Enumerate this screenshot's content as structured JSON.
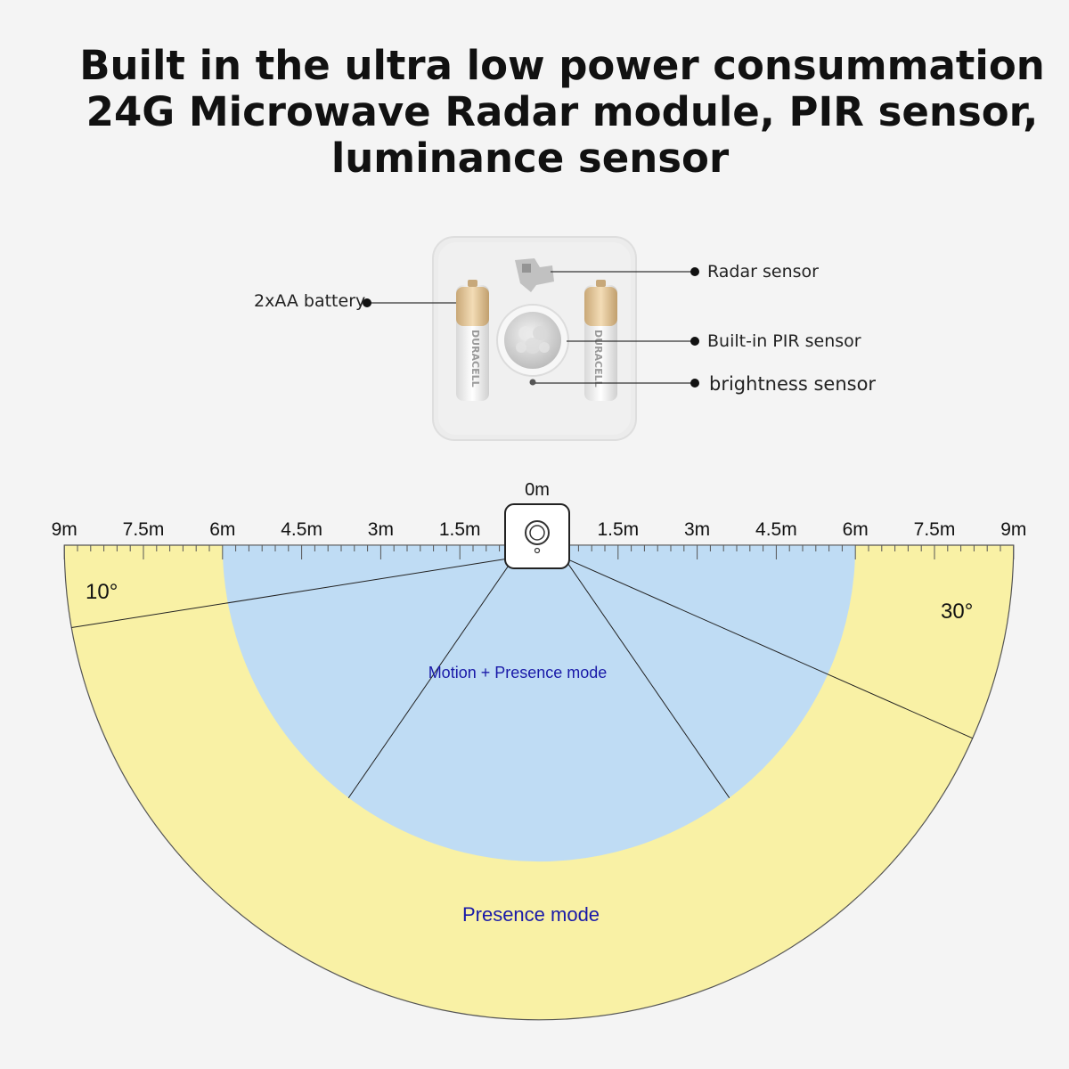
{
  "headline": {
    "line1": "Built in the ultra low power consummation",
    "line2": "24G Microwave Radar module, PIR sensor,",
    "line3": "luminance sensor"
  },
  "device": {
    "battery_brand": "DURACELL",
    "callouts": {
      "battery": "2xAA battery",
      "radar": "Radar sensor",
      "pir": "Built-in PIR sensor",
      "brightness": "brightness sensor"
    }
  },
  "range_diagram": {
    "center_label": "0m",
    "left_ticks": [
      "9m",
      "7.5m",
      "6m",
      "4.5m",
      "3m",
      "1.5m"
    ],
    "right_ticks": [
      "1.5m",
      "3m",
      "4.5m",
      "6m",
      "7.5m",
      "9m"
    ],
    "angle_left": "10°",
    "angle_right": "30°",
    "inner_zone_label": "Motion + Presence mode",
    "outer_zone_label": "Presence mode",
    "inner_radius_m": 6,
    "outer_radius_m": 9,
    "colors": {
      "inner_zone": "#bfdcf4",
      "outer_zone": "#f9f1a5",
      "zone_text": "#1a1aa8"
    }
  }
}
